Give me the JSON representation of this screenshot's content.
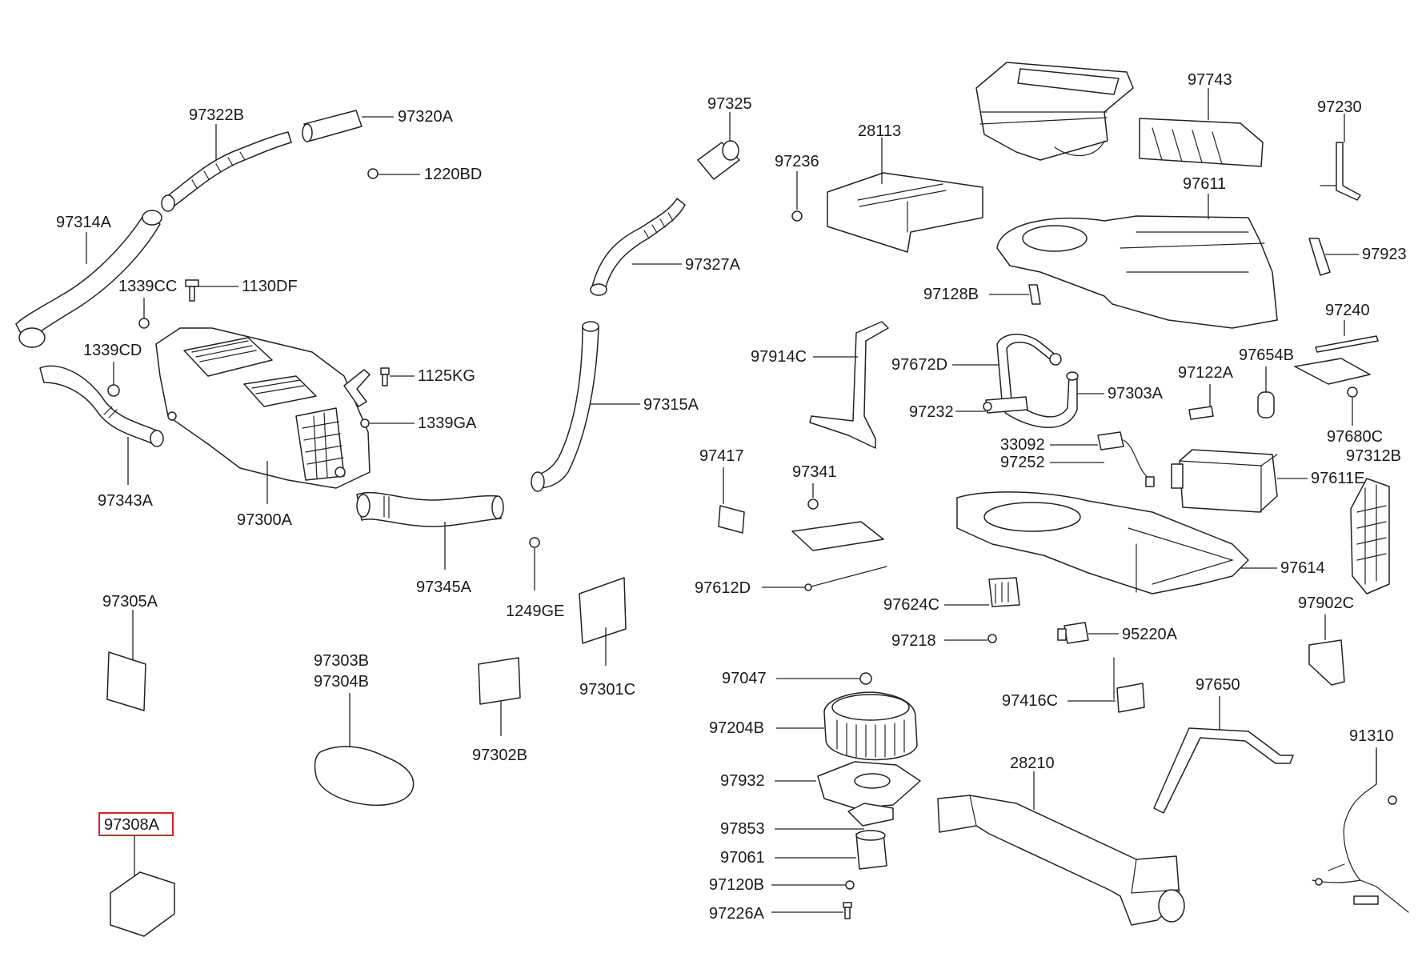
{
  "colors": {
    "highlight": "#e02020",
    "ink": "#222222"
  },
  "labels": {
    "p97322B": "97322B",
    "p97320A": "97320A",
    "p1220BD": "1220BD",
    "p97314A": "97314A",
    "p1339CC": "1339CC",
    "p1130DF": "1130DF",
    "p1339CD": "1339CD",
    "p1125KG": "1125KG",
    "p1339GA": "1339GA",
    "p97343A": "97343A",
    "p97300A": "97300A",
    "p97345A": "97345A",
    "p97325": "97325",
    "p97327A": "97327A",
    "p97315A": "97315A",
    "p1249GE": "1249GE",
    "p97305A": "97305A",
    "p97303B": "97303B",
    "p97304B": "97304B",
    "p97302B": "97302B",
    "p97301C": "97301C",
    "p97308A": "97308A",
    "p28113": "28113",
    "p97236": "97236",
    "p97743": "97743",
    "p97230": "97230",
    "p97611": "97611",
    "p97923": "97923",
    "p97128B": "97128B",
    "p97240": "97240",
    "p97914C": "97914C",
    "p97672D": "97672D",
    "p97654B": "97654B",
    "p97122A": "97122A",
    "p97303A": "97303A",
    "p97232": "97232",
    "p97680C": "97680C",
    "p33092": "33092",
    "p97252": "97252",
    "p97312B": "97312B",
    "p97611E": "97611E",
    "p97417": "97417",
    "p97341": "97341",
    "p97614": "97614",
    "p97612D": "97612D",
    "p97624C": "97624C",
    "p97902C": "97902C",
    "p97218": "97218",
    "p95220A": "95220A",
    "p97047": "97047",
    "p97416C": "97416C",
    "p97650": "97650",
    "p97204B": "97204B",
    "p91310": "91310",
    "p28210": "28210",
    "p97932": "97932",
    "p97853": "97853",
    "p97061": "97061",
    "p97120B": "97120B",
    "p97226A": "97226A"
  }
}
